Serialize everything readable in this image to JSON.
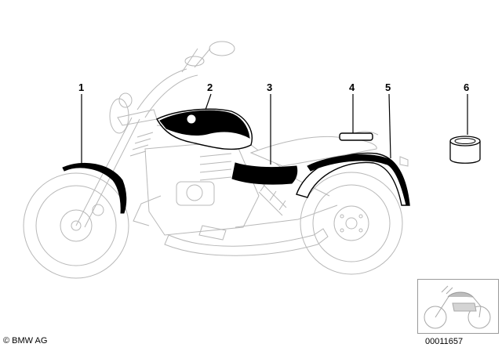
{
  "callouts": [
    {
      "label": "1",
      "part": "front-fender-stripe"
    },
    {
      "label": "2",
      "part": "fuel-tank-decor"
    },
    {
      "label": "3",
      "part": "seat-side-decor"
    },
    {
      "label": "4",
      "part": "pad"
    },
    {
      "label": "5",
      "part": "rear-fender-stripe"
    },
    {
      "label": "6",
      "part": "roll-of-adhesive"
    }
  ],
  "footer": {
    "copyright": "© BMW AG",
    "drawing_number": "00011657"
  }
}
